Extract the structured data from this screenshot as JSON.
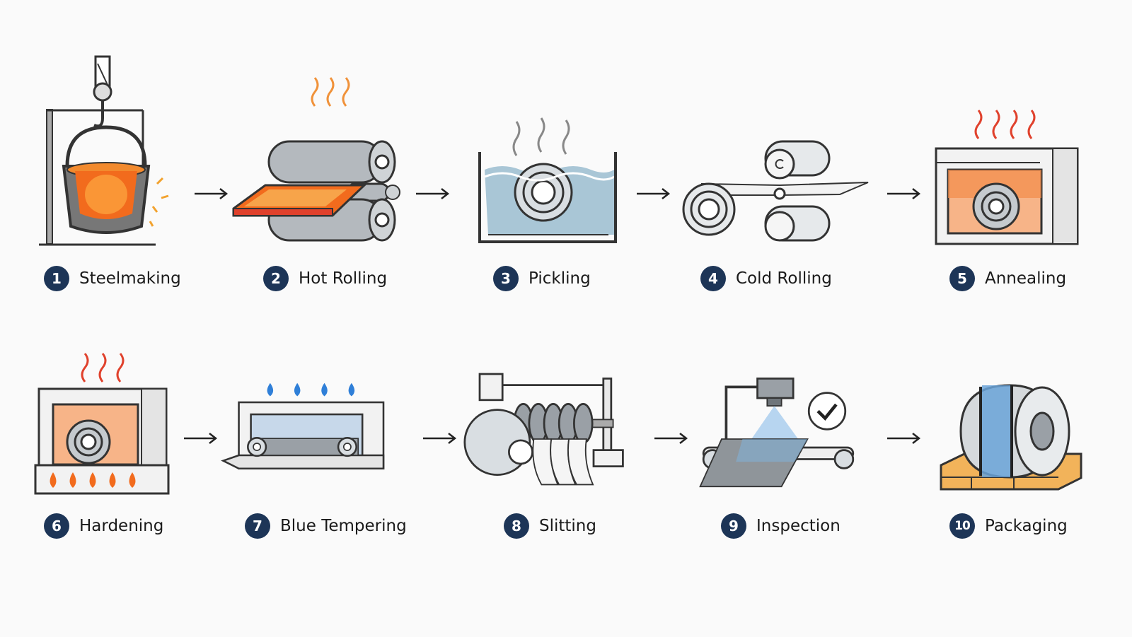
{
  "steps": [
    {
      "number": "1",
      "label": "Steelmaking"
    },
    {
      "number": "2",
      "label": "Hot Rolling"
    },
    {
      "number": "3",
      "label": "Pickling"
    },
    {
      "number": "4",
      "label": "Cold Rolling"
    },
    {
      "number": "5",
      "label": "Annealing"
    },
    {
      "number": "6",
      "label": "Hardening"
    },
    {
      "number": "7",
      "label": "Blue Tempering"
    },
    {
      "number": "8",
      "label": "Slitting"
    },
    {
      "number": "9",
      "label": "Inspection"
    },
    {
      "number": "10",
      "label": "Packaging"
    }
  ],
  "colors": {
    "badge": "#1d3557",
    "molten": "#f26b1d",
    "heat": "#e0412c",
    "flame_blue": "#2f7fd8",
    "steel": "#9aa0a6",
    "water": "#a9c6d6",
    "pallet": "#f2b35a",
    "inspection_beam": "#7fb7e8"
  },
  "icons": [
    "ladle-icon",
    "hot-rolling-mill-icon",
    "pickling-tank-icon",
    "cold-rolling-mill-icon",
    "annealing-furnace-icon",
    "hardening-furnace-icon",
    "tempering-oven-icon",
    "slitting-machine-icon",
    "inspection-camera-icon",
    "packaged-coil-icon",
    "arrow-right-icon"
  ]
}
